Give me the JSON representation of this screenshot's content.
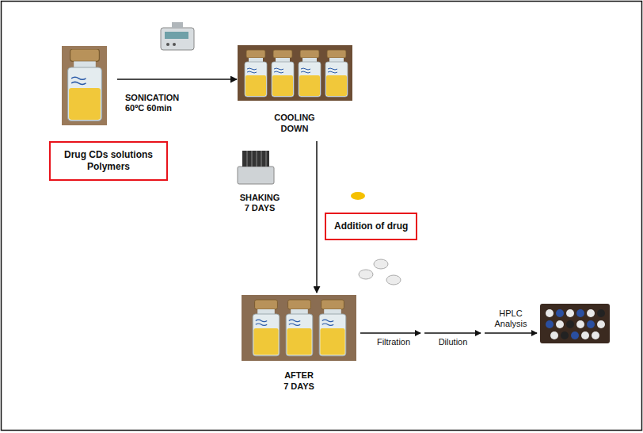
{
  "diagram": {
    "nodes": [
      {
        "text": [
          "Drug CDs solutions Polymers"
        ]
      },
      {
        "text": [
          "COOLING DOWN"
        ]
      },
      {
        "text": [
          "Addition of drug"
        ]
      },
      {
        "text": [
          "AFTER 7 DAYS"
        ]
      }
    ],
    "edges": [
      {
        "from": 0,
        "to": 1,
        "arrow": "to",
        "label": "SONICATION 60ºC 60min"
      },
      {
        "from": 1,
        "to": 3,
        "arrow": "to"
      }
    ],
    "labels": [
      "SHAKING 7 DAYS",
      "Filtration",
      "Dilution",
      "HPLC Analysis"
    ]
  }
}
